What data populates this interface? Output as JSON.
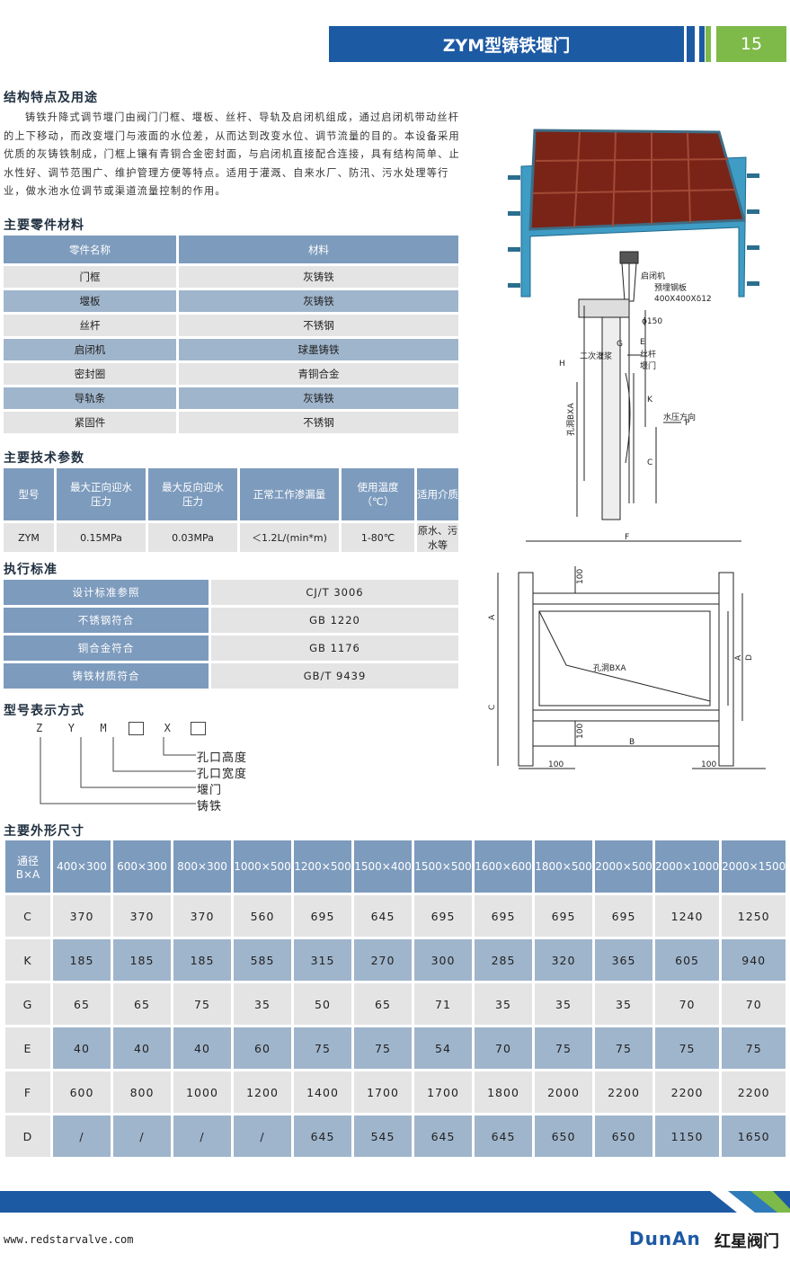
{
  "header": {
    "title": "ZYM型铸铁堰门",
    "page": "15"
  },
  "intro": {
    "title": "结构特点及用途",
    "text": "铸铁升降式调节堰门由阀门门框、堰板、丝杆、导轨及启闭机组成，通过启闭机带动丝杆的上下移动，而改变堰门与液面的水位差，从而达到改变水位、调节流量的目的。本设备采用优质的灰铸铁制成，门框上镶有青铜合金密封面，与启闭机直接配合连接，具有结构简单、止水性好、调节范围广、维护管理方便等特点。适用于灌溉、自来水厂、防汛、污水处理等行业，做水池水位调节或渠道流量控制的作用。"
  },
  "materials": {
    "title": "主要零件材料",
    "headers": [
      "零件名称",
      "材料"
    ],
    "rows": [
      [
        "门框",
        "灰铸铁"
      ],
      [
        "堰板",
        "灰铸铁"
      ],
      [
        "丝杆",
        "不锈钢"
      ],
      [
        "启闭机",
        "球墨铸铁"
      ],
      [
        "密封圈",
        "青铜合金"
      ],
      [
        "导轨条",
        "灰铸铁"
      ],
      [
        "紧固件",
        "不锈钢"
      ]
    ]
  },
  "tech": {
    "title": "主要技术参数",
    "headers": [
      "型号",
      "最大正向迎水压力",
      "最大反向迎水压力",
      "正常工作渗漏量",
      "使用温度（℃）",
      "适用介质"
    ],
    "row": [
      "ZYM",
      "0.15MPa",
      "0.03MPa",
      "＜1.2L/(min*m)",
      "1-80℃",
      "原水、污水等"
    ]
  },
  "standards": {
    "title": "执行标准",
    "rows": [
      [
        "设计标准参照",
        "CJ/T 3006"
      ],
      [
        "不锈钢符合",
        "GB 1220"
      ],
      [
        "铜合金符合",
        "GB 1176"
      ],
      [
        "铸铁材质符合",
        "GB/T 9439"
      ]
    ]
  },
  "model": {
    "title": "型号表示方式",
    "z": "Z",
    "y": "Y",
    "m": "M",
    "x": "X",
    "labels": [
      "孔口高度",
      "孔口宽度",
      "堰门",
      "铸铁"
    ]
  },
  "diagram_side": {
    "labels": [
      "启闭机",
      "预埋钢板",
      "400X400Xδ12",
      "ϕ150",
      "二次灌浆",
      "丝杆",
      "堰门",
      "水压方向",
      "孔洞BXA",
      "H",
      "G",
      "E",
      "K",
      "C",
      "P"
    ]
  },
  "diagram_front": {
    "labels": [
      "F",
      "A",
      "C",
      "D",
      "A",
      "B",
      "100",
      "100",
      "100",
      "100",
      "孔洞BXA"
    ]
  },
  "dims": {
    "title": "主要外形尺寸",
    "corner": "通径B×A",
    "headers": [
      "400×300",
      "600×300",
      "800×300",
      "1000×500",
      "1200×500",
      "1500×400",
      "1500×500",
      "1600×600",
      "1800×500",
      "2000×500",
      "2000×1000",
      "2000×1500"
    ],
    "rows": [
      {
        "label": "C",
        "values": [
          "370",
          "370",
          "370",
          "560",
          "695",
          "645",
          "695",
          "695",
          "695",
          "695",
          "1240",
          "1250"
        ]
      },
      {
        "label": "K",
        "values": [
          "185",
          "185",
          "185",
          "585",
          "315",
          "270",
          "300",
          "285",
          "320",
          "365",
          "605",
          "940"
        ]
      },
      {
        "label": "G",
        "values": [
          "65",
          "65",
          "75",
          "35",
          "50",
          "65",
          "71",
          "35",
          "35",
          "35",
          "70",
          "70"
        ]
      },
      {
        "label": "E",
        "values": [
          "40",
          "40",
          "40",
          "60",
          "75",
          "75",
          "54",
          "70",
          "75",
          "75",
          "75",
          "75"
        ]
      },
      {
        "label": "F",
        "values": [
          "600",
          "800",
          "1000",
          "1200",
          "1400",
          "1700",
          "1700",
          "1800",
          "2000",
          "2200",
          "2200",
          "2200"
        ]
      },
      {
        "label": "D",
        "values": [
          "/",
          "/",
          "/",
          "/",
          "645",
          "545",
          "645",
          "645",
          "650",
          "650",
          "1150",
          "1650"
        ]
      }
    ]
  },
  "footer": {
    "site": "www.redstarvalve.com",
    "brand_latin": "DunAn",
    "brand_cn": "红星阀门"
  },
  "colors": {
    "blue": "#1d5aa4",
    "green": "#7dba4a",
    "table_blue": "#7d9bbd"
  }
}
